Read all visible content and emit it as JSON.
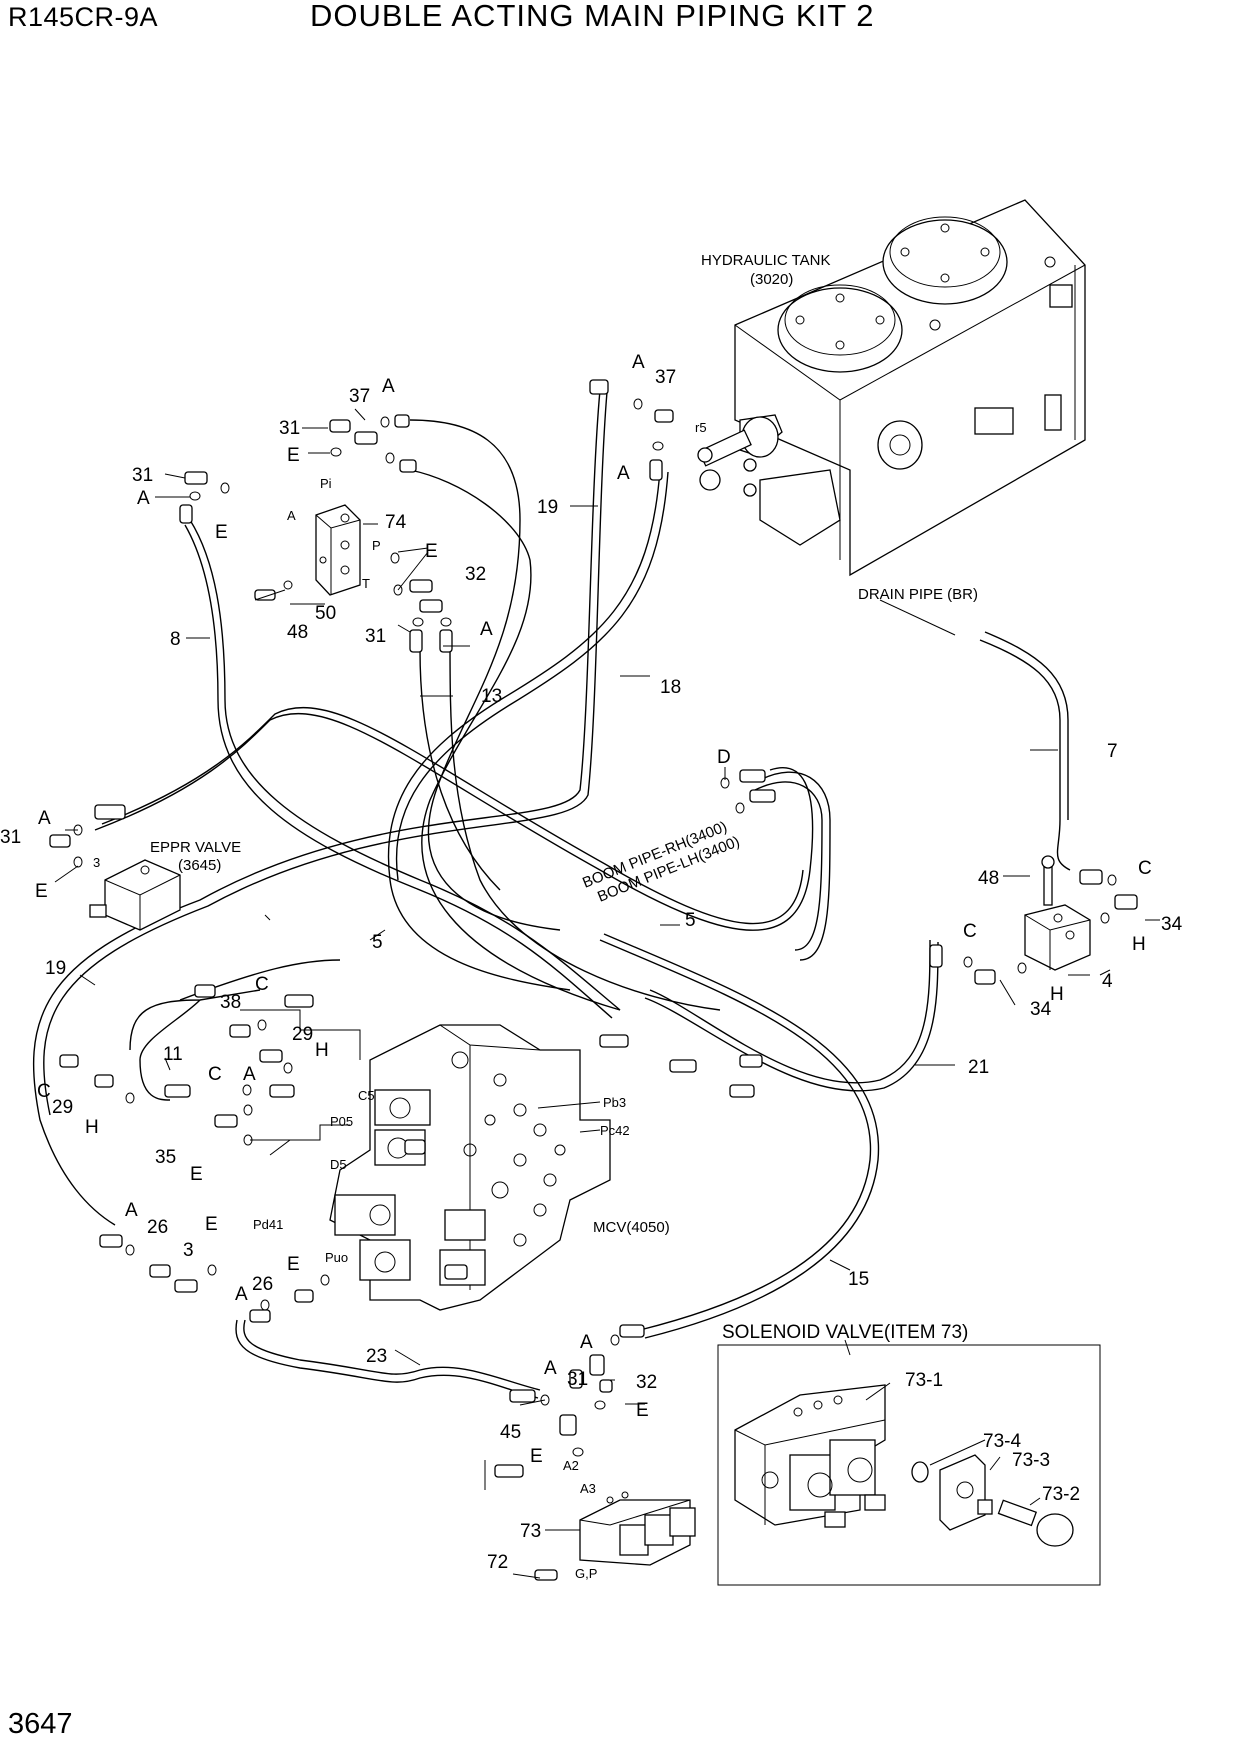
{
  "header": {
    "model": "R145CR-9A",
    "title": "DOUBLE ACTING MAIN PIPING KIT 2"
  },
  "footer": {
    "page_number": "3647"
  },
  "components": {
    "hydraulic_tank": {
      "name": "HYDRAULIC TANK",
      "code": "(3020)"
    },
    "eppr_valve": {
      "name": "EPPR VALVE",
      "code": "(3645)"
    },
    "mcv": "MCV(4050)",
    "drain_pipe": "DRAIN PIPE (BR)",
    "boom_pipe_rh": "BOOM PIPE-RH(3400)",
    "boom_pipe_lh": "BOOM PIPE-LH(3400)",
    "solenoid_inset_title": "SOLENOID VALVE(ITEM 73)"
  },
  "port_labels": [
    "Pi",
    "P",
    "T",
    "A",
    "r5",
    "C5",
    "P05",
    "D5",
    "Pb3",
    "Pc42",
    "Pd41",
    "Puo",
    "A2",
    "A3",
    "G,P",
    "3"
  ],
  "callouts": [
    "37",
    "A",
    "31",
    "E",
    "31",
    "A",
    "E",
    "74",
    "E",
    "32",
    "50",
    "48",
    "31",
    "A",
    "8",
    "13",
    "A",
    "37",
    "A",
    "19",
    "18",
    "7",
    "D",
    "A",
    "31",
    "E",
    "5",
    "5",
    "48",
    "C",
    "34",
    "H",
    "4",
    "C",
    "34",
    "H",
    "19",
    "38",
    "C",
    "29",
    "H",
    "11",
    "C",
    "A",
    "C",
    "29",
    "H",
    "35",
    "E",
    "21",
    "A",
    "26",
    "E",
    "3",
    "E",
    "A",
    "26",
    "15",
    "A",
    "23",
    "A",
    "31",
    "32",
    "E",
    "45",
    "E",
    "73",
    "72",
    "73-1",
    "73-4",
    "73-3",
    "73-2"
  ]
}
